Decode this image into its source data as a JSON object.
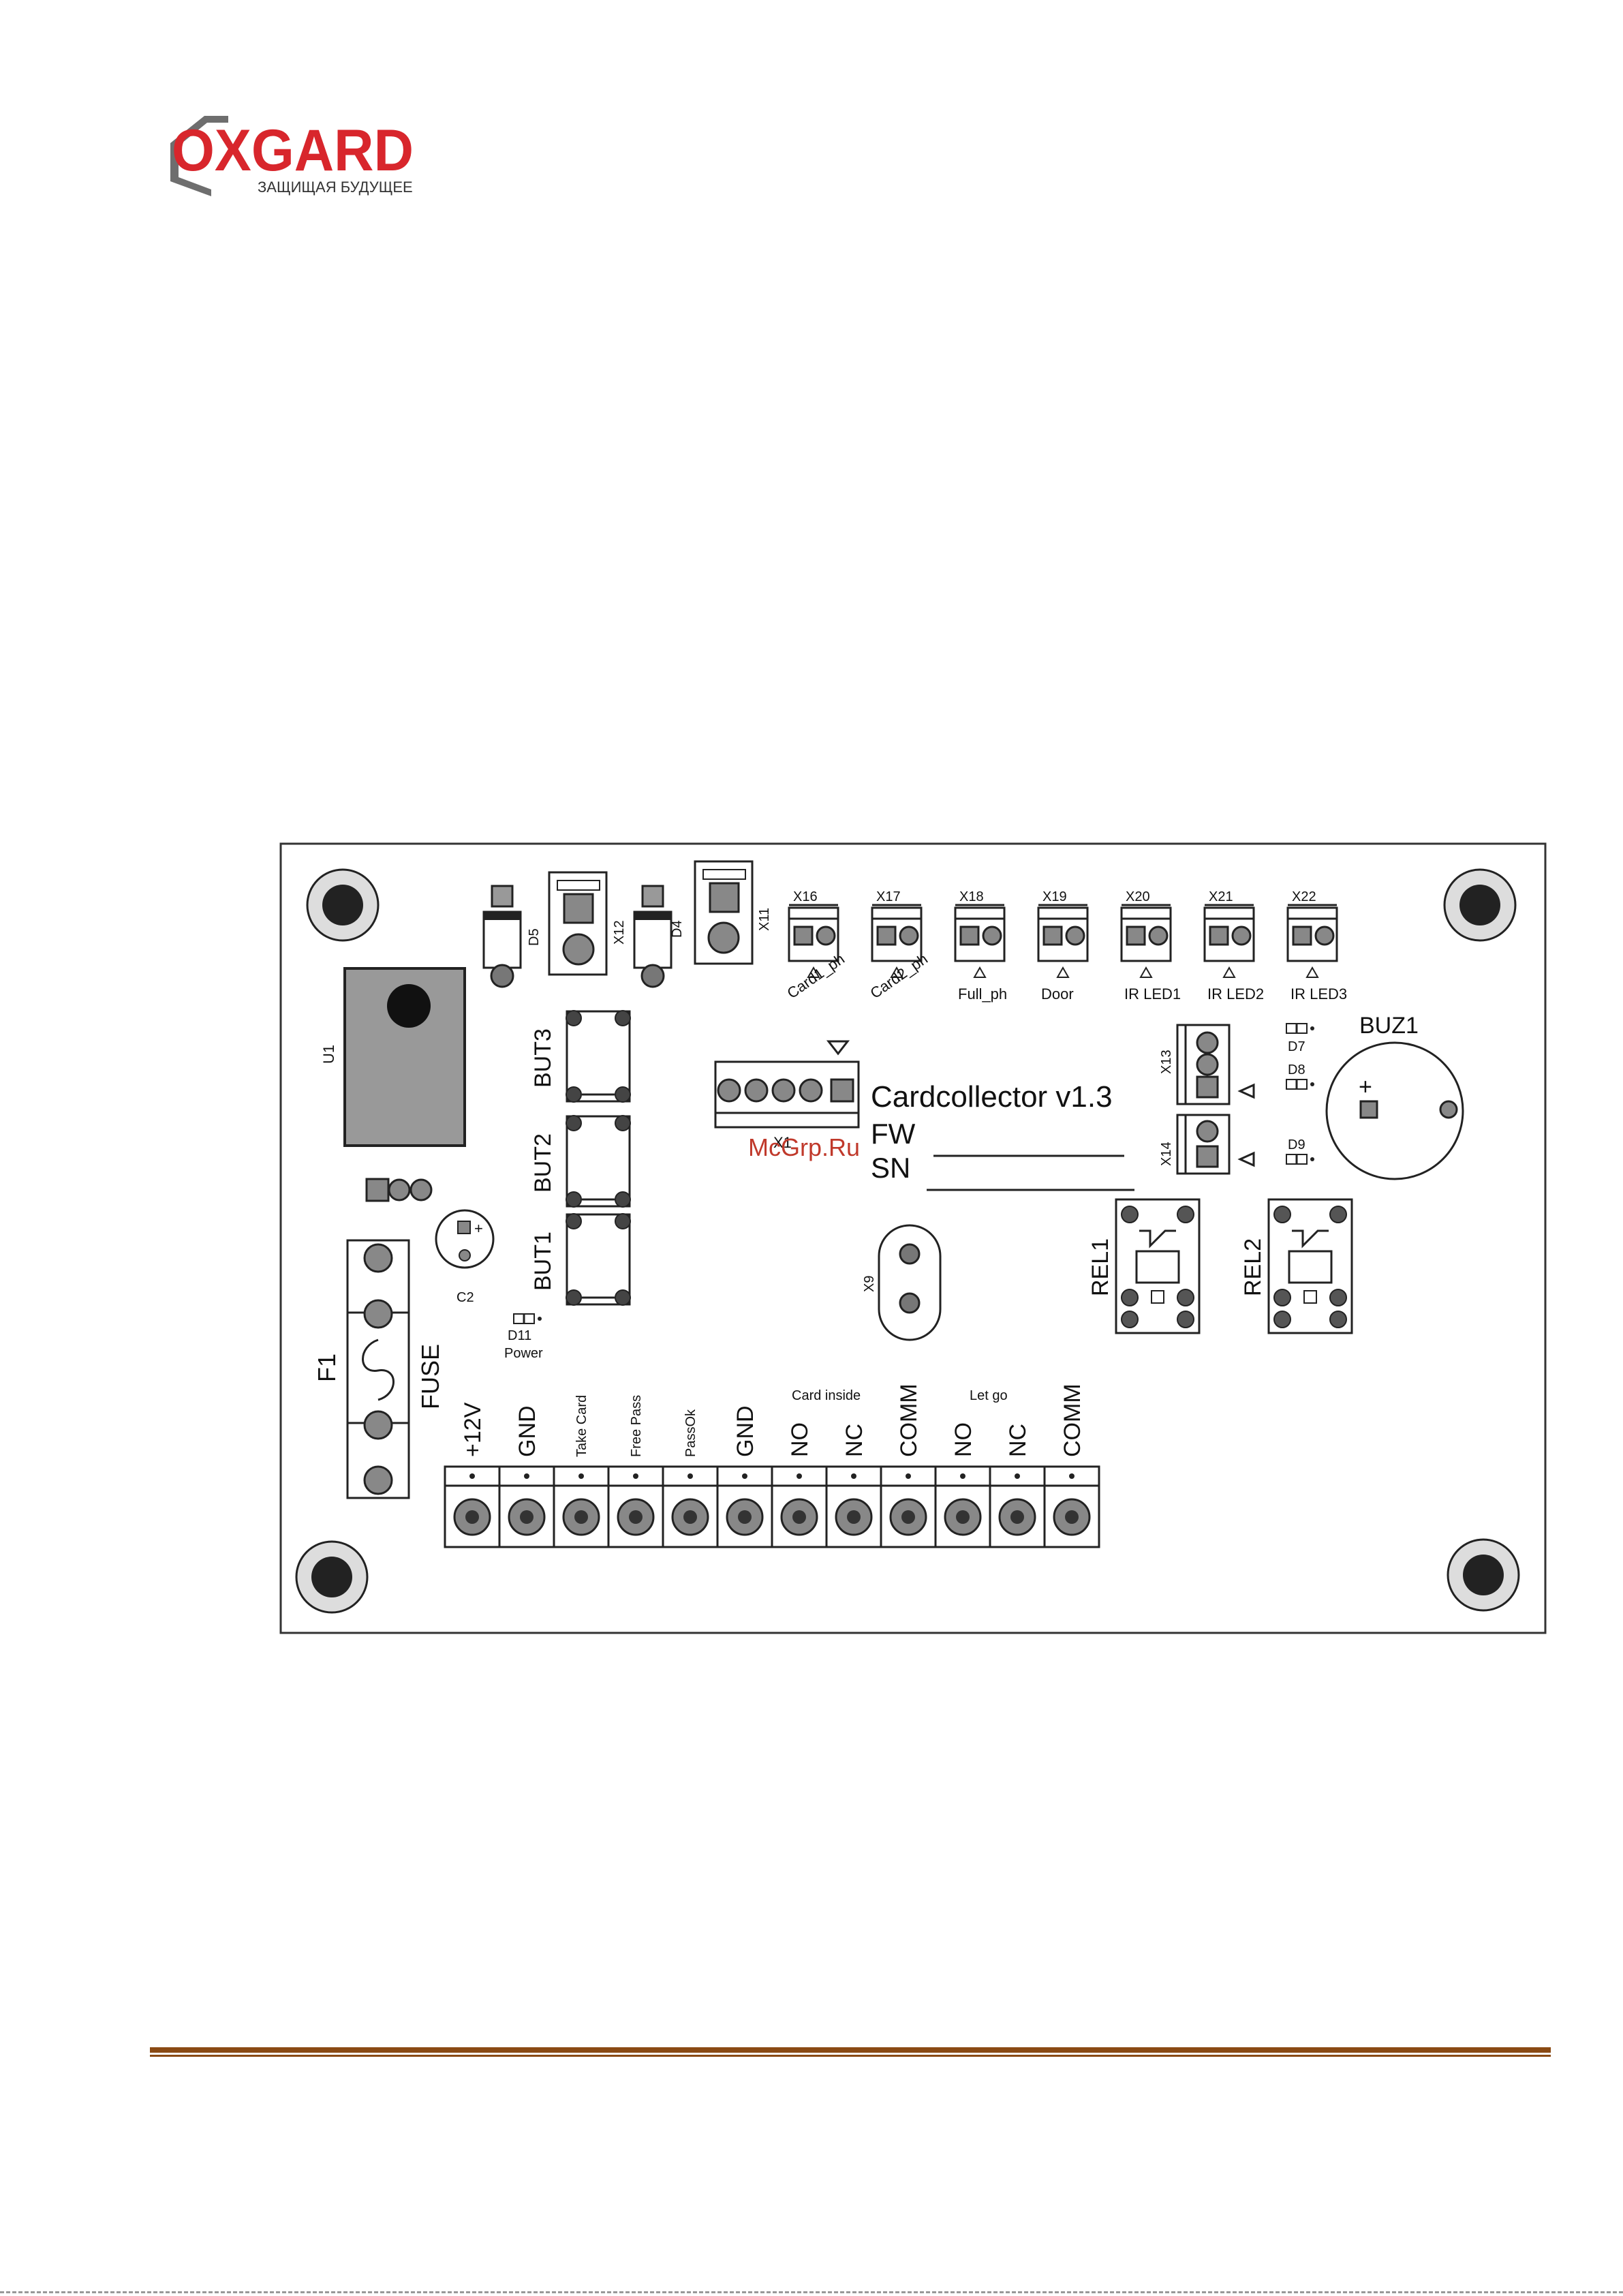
{
  "logo": {
    "brand": "OXGARD",
    "tagline": "ЗАЩИЩАЯ БУДУЩЕЕ",
    "brand_color": "#d8262c",
    "tagline_color": "#333333"
  },
  "board": {
    "title": "Cardcollector v1.3",
    "fw_label": "FW",
    "sn_label": "SN",
    "watermark": "McGrp.Ru",
    "watermark_color": "#c0392b",
    "sensor_connectors": [
      {
        "id": "X16",
        "label": "Card1_ph"
      },
      {
        "id": "X17",
        "label": "Card2_ph"
      },
      {
        "id": "X18",
        "label": "Full_ph"
      },
      {
        "id": "X19",
        "label": "Door"
      },
      {
        "id": "X20",
        "label": "IR LED1"
      },
      {
        "id": "X21",
        "label": "IR LED2"
      },
      {
        "id": "X22",
        "label": "IR LED3"
      }
    ],
    "buttons": [
      "BUT3",
      "BUT2",
      "BUT1"
    ],
    "components": {
      "u1": "U1",
      "d5": "D5",
      "x12": "X12",
      "d4": "D4",
      "x11": "X11",
      "x13": "X13",
      "x14": "X14",
      "x1": "X1",
      "x9": "X9",
      "d7": "D7",
      "d8": "D8",
      "d9": "D9",
      "buz1": "BUZ1",
      "rel1": "REL1",
      "rel2": "REL2",
      "c2": "C2",
      "d11": "D11",
      "power": "Power",
      "f1": "F1",
      "fuse": "FUSE",
      "plus": "+"
    },
    "group_labels": {
      "card_inside": "Card inside",
      "let_go": "Let go"
    },
    "terminals": [
      "+12V",
      "GND",
      "Take Card",
      "Free Pass",
      "PassOk",
      "GND",
      "NO",
      "NC",
      "COMM",
      "NO",
      "NC",
      "COMM"
    ]
  }
}
